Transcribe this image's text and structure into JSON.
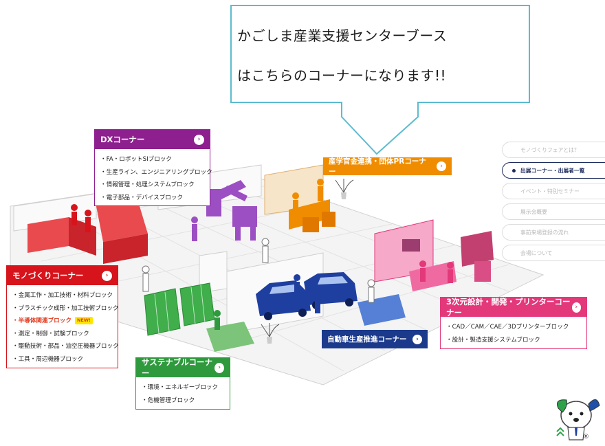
{
  "callout": {
    "line1": "かごしま産業支援センターブース",
    "line2": "はこちらのコーナーになります!!"
  },
  "colors": {
    "dx": "#8e1f8e",
    "monozukuri": "#d7141c",
    "sustainable": "#2e9a3d",
    "sangaku": "#f08c00",
    "automotive": "#1b3a8c",
    "design3d": "#e3387a",
    "nav_active": "#1b2a5c"
  },
  "corners": {
    "dx": {
      "title": "DXコーナー",
      "items": [
        "FA・ロボットSIブロック",
        "生産ライン、エンジニアリングブロック",
        "情報管理・処理システムブロック",
        "電子部品・デバイスブロック"
      ]
    },
    "monozukuri": {
      "title": "モノづくりコーナー",
      "items": [
        "金属工作・加工技術・材料ブロック",
        "プラスチック成形・加工技術ブロック",
        "半導体関連ブロック",
        "測定・制御・試験ブロック",
        "駆動技術・部品・油空圧機器ブロック",
        "工具・周辺機器ブロック"
      ],
      "new_badge": "NEW!"
    },
    "sustainable": {
      "title": "サステナブルコーナー",
      "items": [
        "環境・エネルギーブロック",
        "危機管理ブロック"
      ]
    },
    "sangaku": {
      "title": "産学官金連携・団体PRコーナー"
    },
    "automotive": {
      "title": "自動車生産推進コーナー"
    },
    "design3d": {
      "title": "3次元設計・開発・プリンターコーナー",
      "items": [
        "CAD／CAM／CAE／3Dプリンターブロック",
        "設計・製造支援システムブロック"
      ]
    }
  },
  "side_nav": {
    "items": [
      {
        "label": "モノづくりフェアとは？"
      },
      {
        "label": "出展コーナー・出展者一覧",
        "active": true
      },
      {
        "label": "イベント・特別セミナー"
      },
      {
        "label": "展示会概要"
      },
      {
        "label": "事前来場登録の流れ"
      },
      {
        "label": "会場について"
      }
    ]
  },
  "mascot": {
    "mark": "®"
  },
  "icons": [
    "chevron-right-icon",
    "scroll-top-chevrons-icon",
    "active-dot-icon"
  ]
}
